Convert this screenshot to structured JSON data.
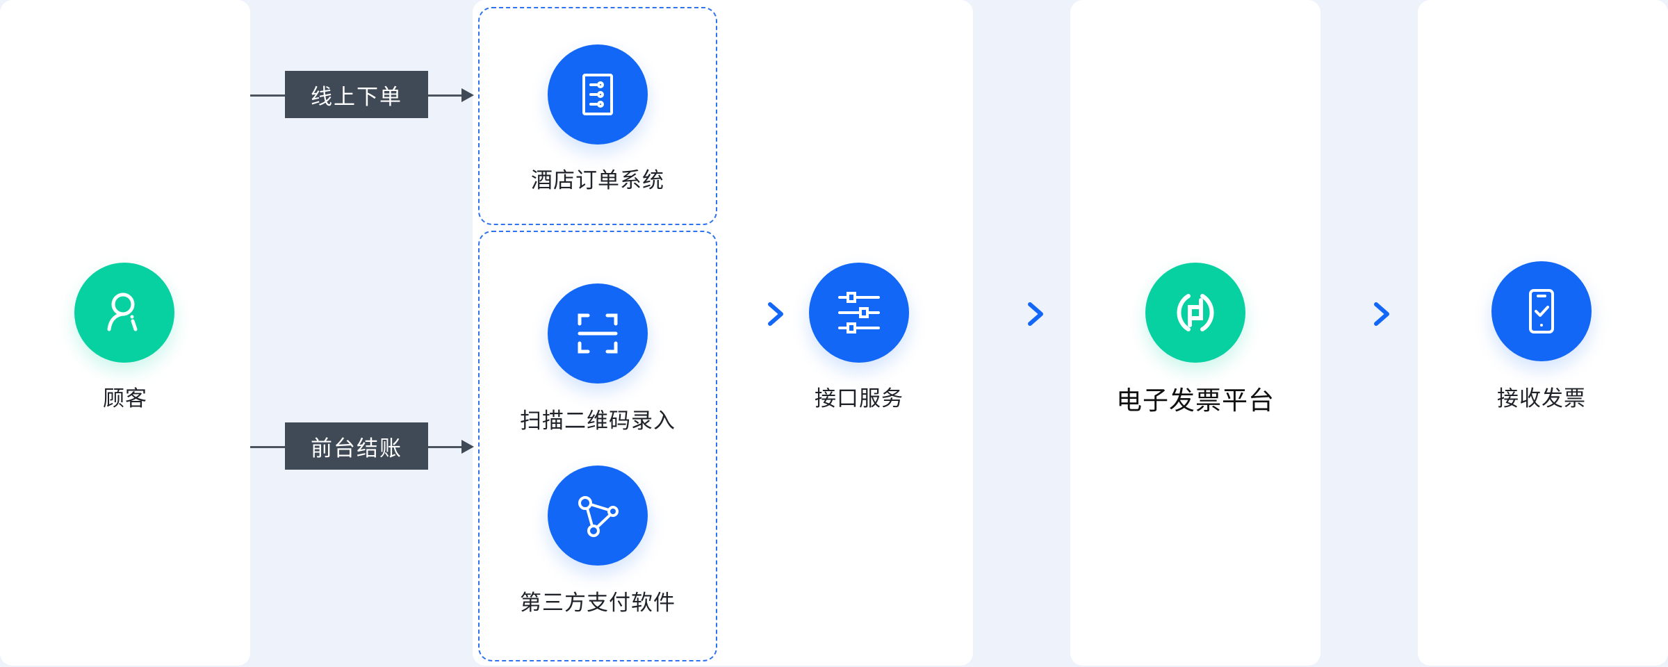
{
  "customer": {
    "label": "顾客",
    "icon": "user-icon"
  },
  "channels": [
    {
      "label": "线上下单"
    },
    {
      "label": "前台结账"
    }
  ],
  "order_system": {
    "label": "酒店订单系统",
    "icon": "document-list-icon"
  },
  "scan_entry": {
    "label": "扫描二维码录入",
    "icon": "scan-icon"
  },
  "third_party_payment": {
    "label": "第三方支付软件",
    "icon": "network-nodes-icon"
  },
  "interface_service": {
    "label": "接口服务",
    "icon": "sliders-icon"
  },
  "invoice_platform": {
    "label": "电子发票平台",
    "icon": "platform-logo-icon"
  },
  "receive_invoice": {
    "label": "接收发票",
    "icon": "phone-check-icon"
  },
  "colors": {
    "accent_blue": "#1367f6",
    "accent_green": "#07d1a1",
    "tag_dark": "#3f4a56",
    "page_bg": "#eef3fb"
  }
}
